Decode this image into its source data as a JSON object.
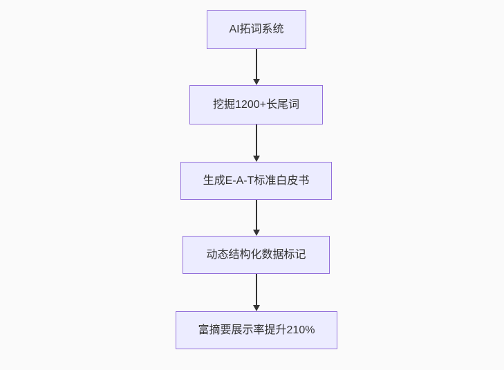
{
  "diagram": {
    "type": "flowchart",
    "direction": "top-down",
    "nodes": [
      {
        "id": "n1",
        "label": "AI拓词系统"
      },
      {
        "id": "n2",
        "label": "挖掘1200+长尾词"
      },
      {
        "id": "n3",
        "label": "生成E-A-T标准白皮书"
      },
      {
        "id": "n4",
        "label": "动态结构化数据标记"
      },
      {
        "id": "n5",
        "label": "富摘要展示率提升210%"
      }
    ],
    "edges": [
      {
        "from": "n1",
        "to": "n2"
      },
      {
        "from": "n2",
        "to": "n3"
      },
      {
        "from": "n3",
        "to": "n4"
      },
      {
        "from": "n4",
        "to": "n5"
      }
    ],
    "colors": {
      "node_fill": "#ECECFF",
      "node_border": "#9370DB",
      "arrow": "#333333",
      "text": "#333333",
      "background": "#FAFAFA"
    }
  }
}
